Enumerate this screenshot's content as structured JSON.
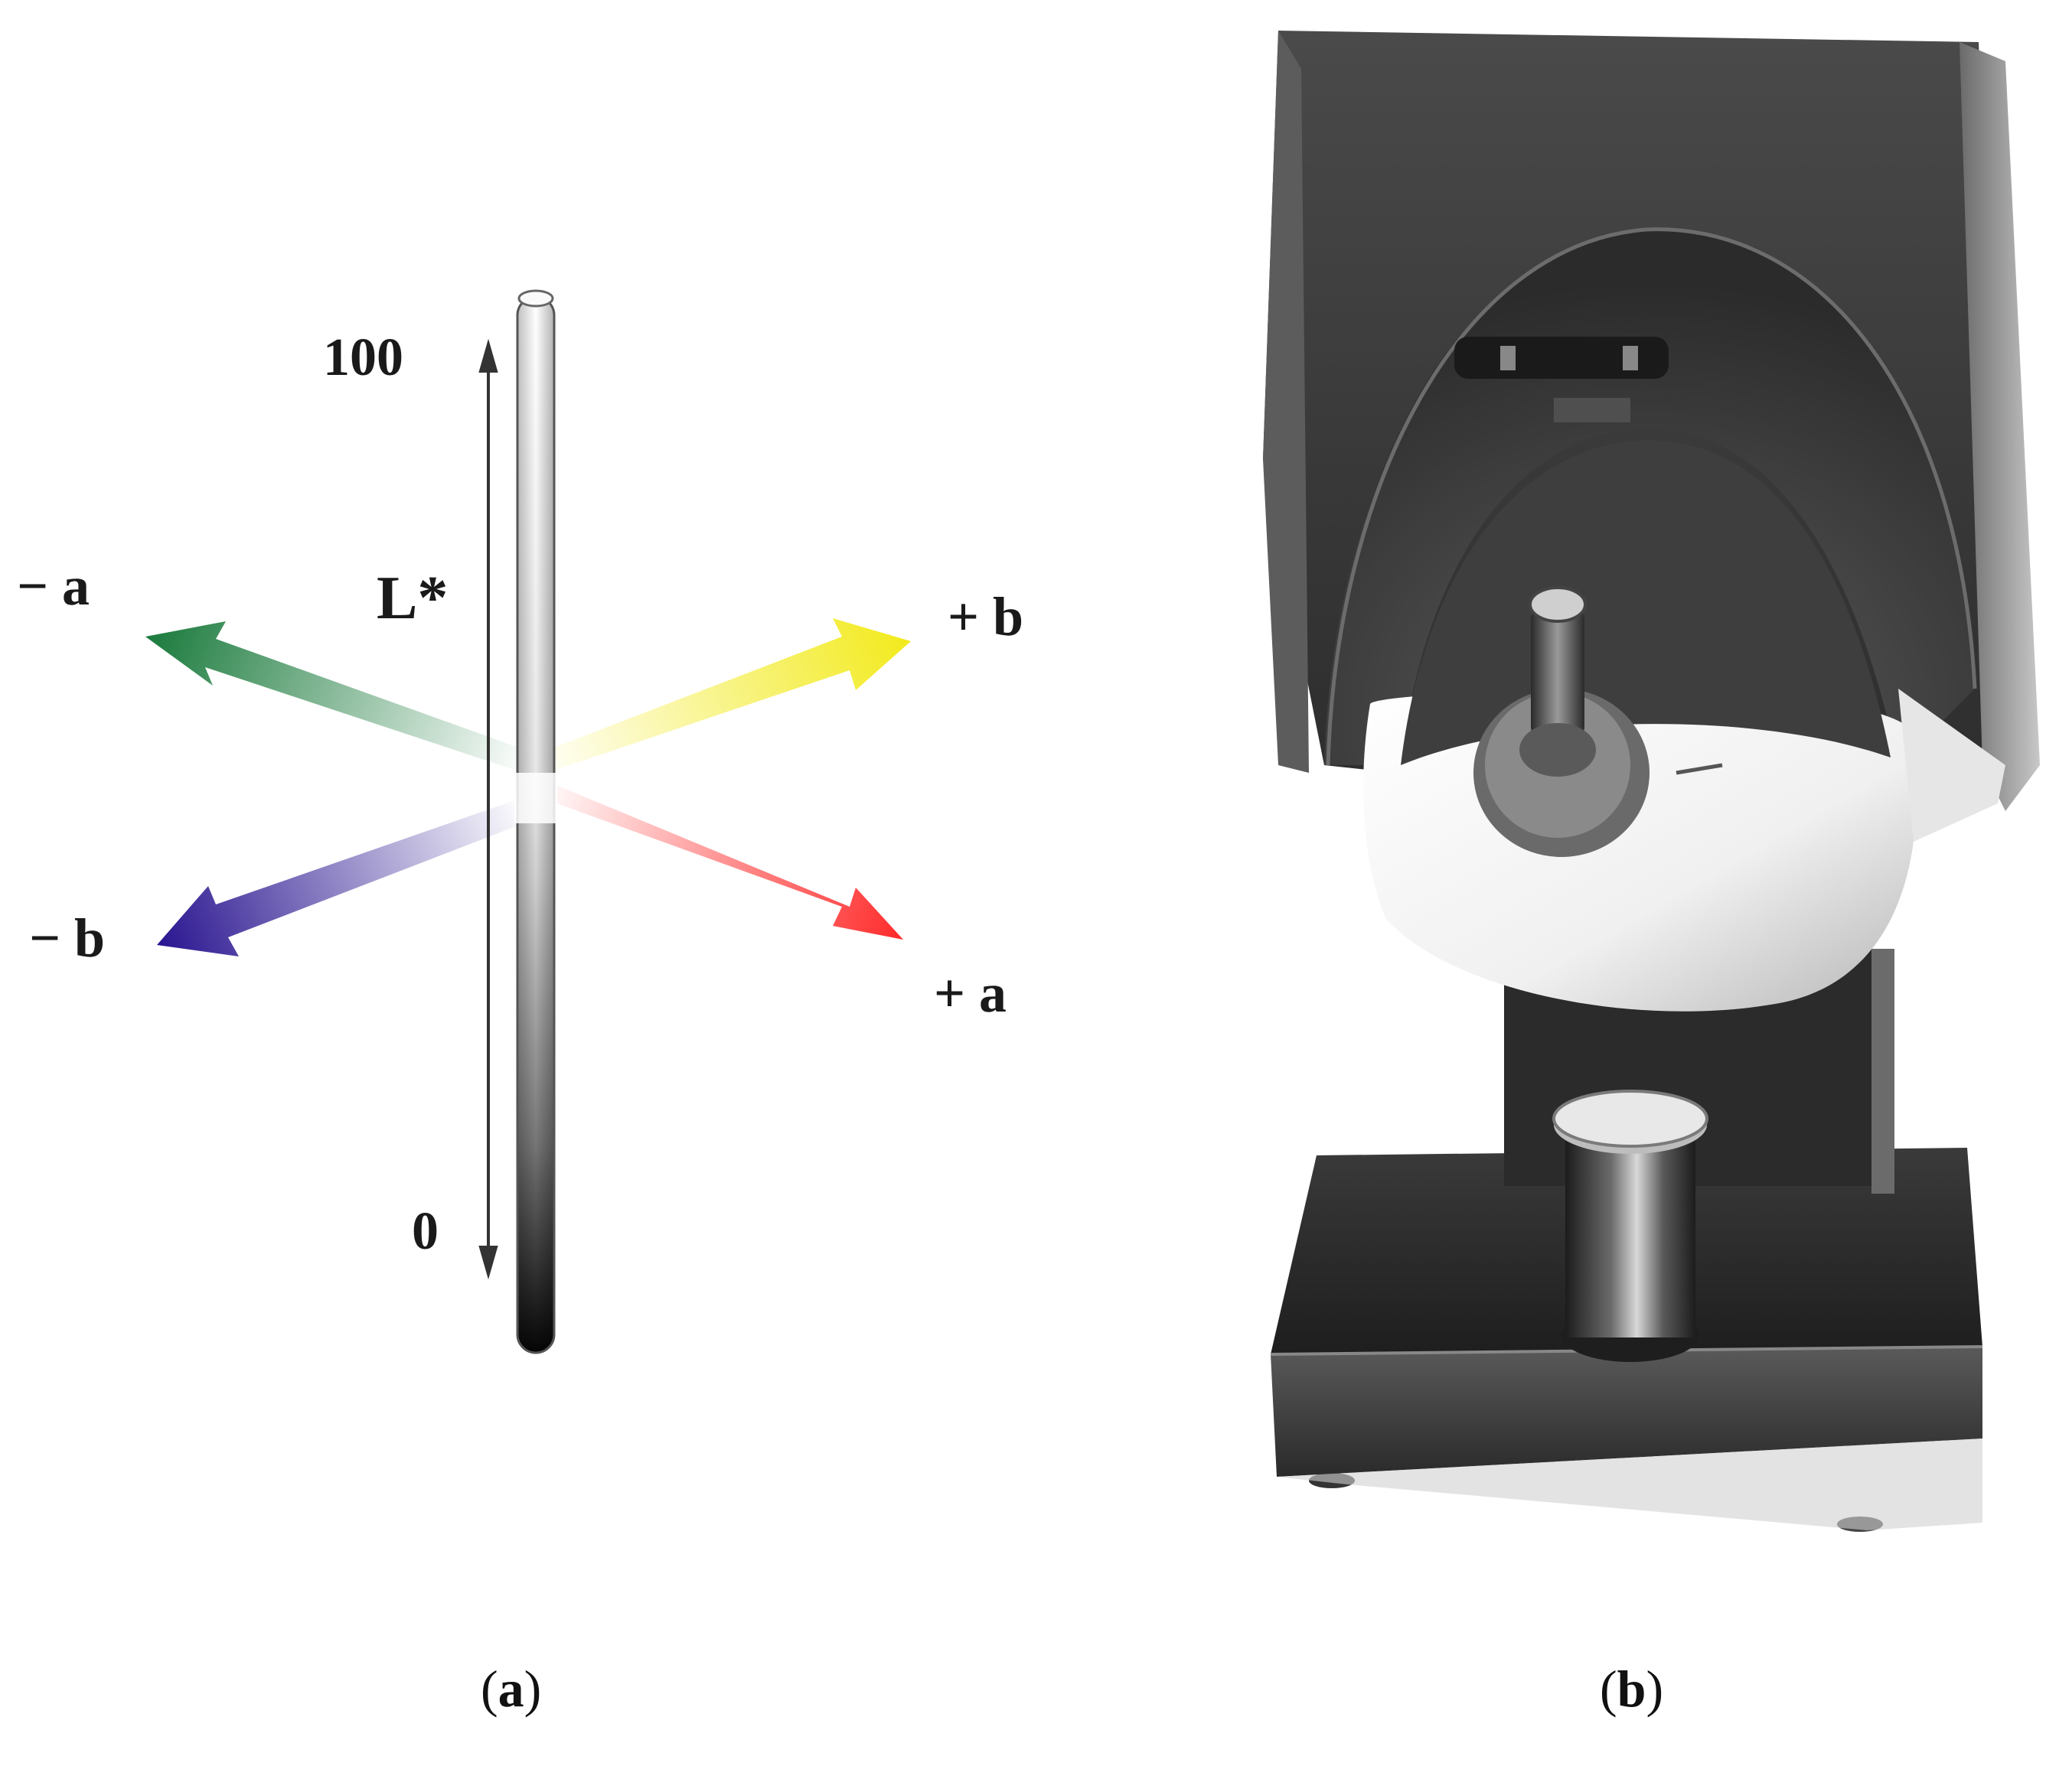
{
  "panel_a": {
    "lightness_axis": {
      "name": "L*",
      "top_label": "100",
      "bottom_label": "0"
    },
    "chroma_axes": {
      "minus_a": {
        "label": "− a",
        "color": "#1a7a3c"
      },
      "plus_a": {
        "label": "+ a",
        "color": "#ff2a2a"
      },
      "minus_b": {
        "label": "− b",
        "color": "#2a1590"
      },
      "plus_b": {
        "label": "+ b",
        "color": "#f2ea1a"
      }
    },
    "caption": {
      "open": "(",
      "letter": "a",
      "close": ")"
    }
  },
  "panel_b": {
    "subject": "colorimeter-device",
    "caption": {
      "open": "(",
      "letter": "b",
      "close": ")"
    }
  }
}
